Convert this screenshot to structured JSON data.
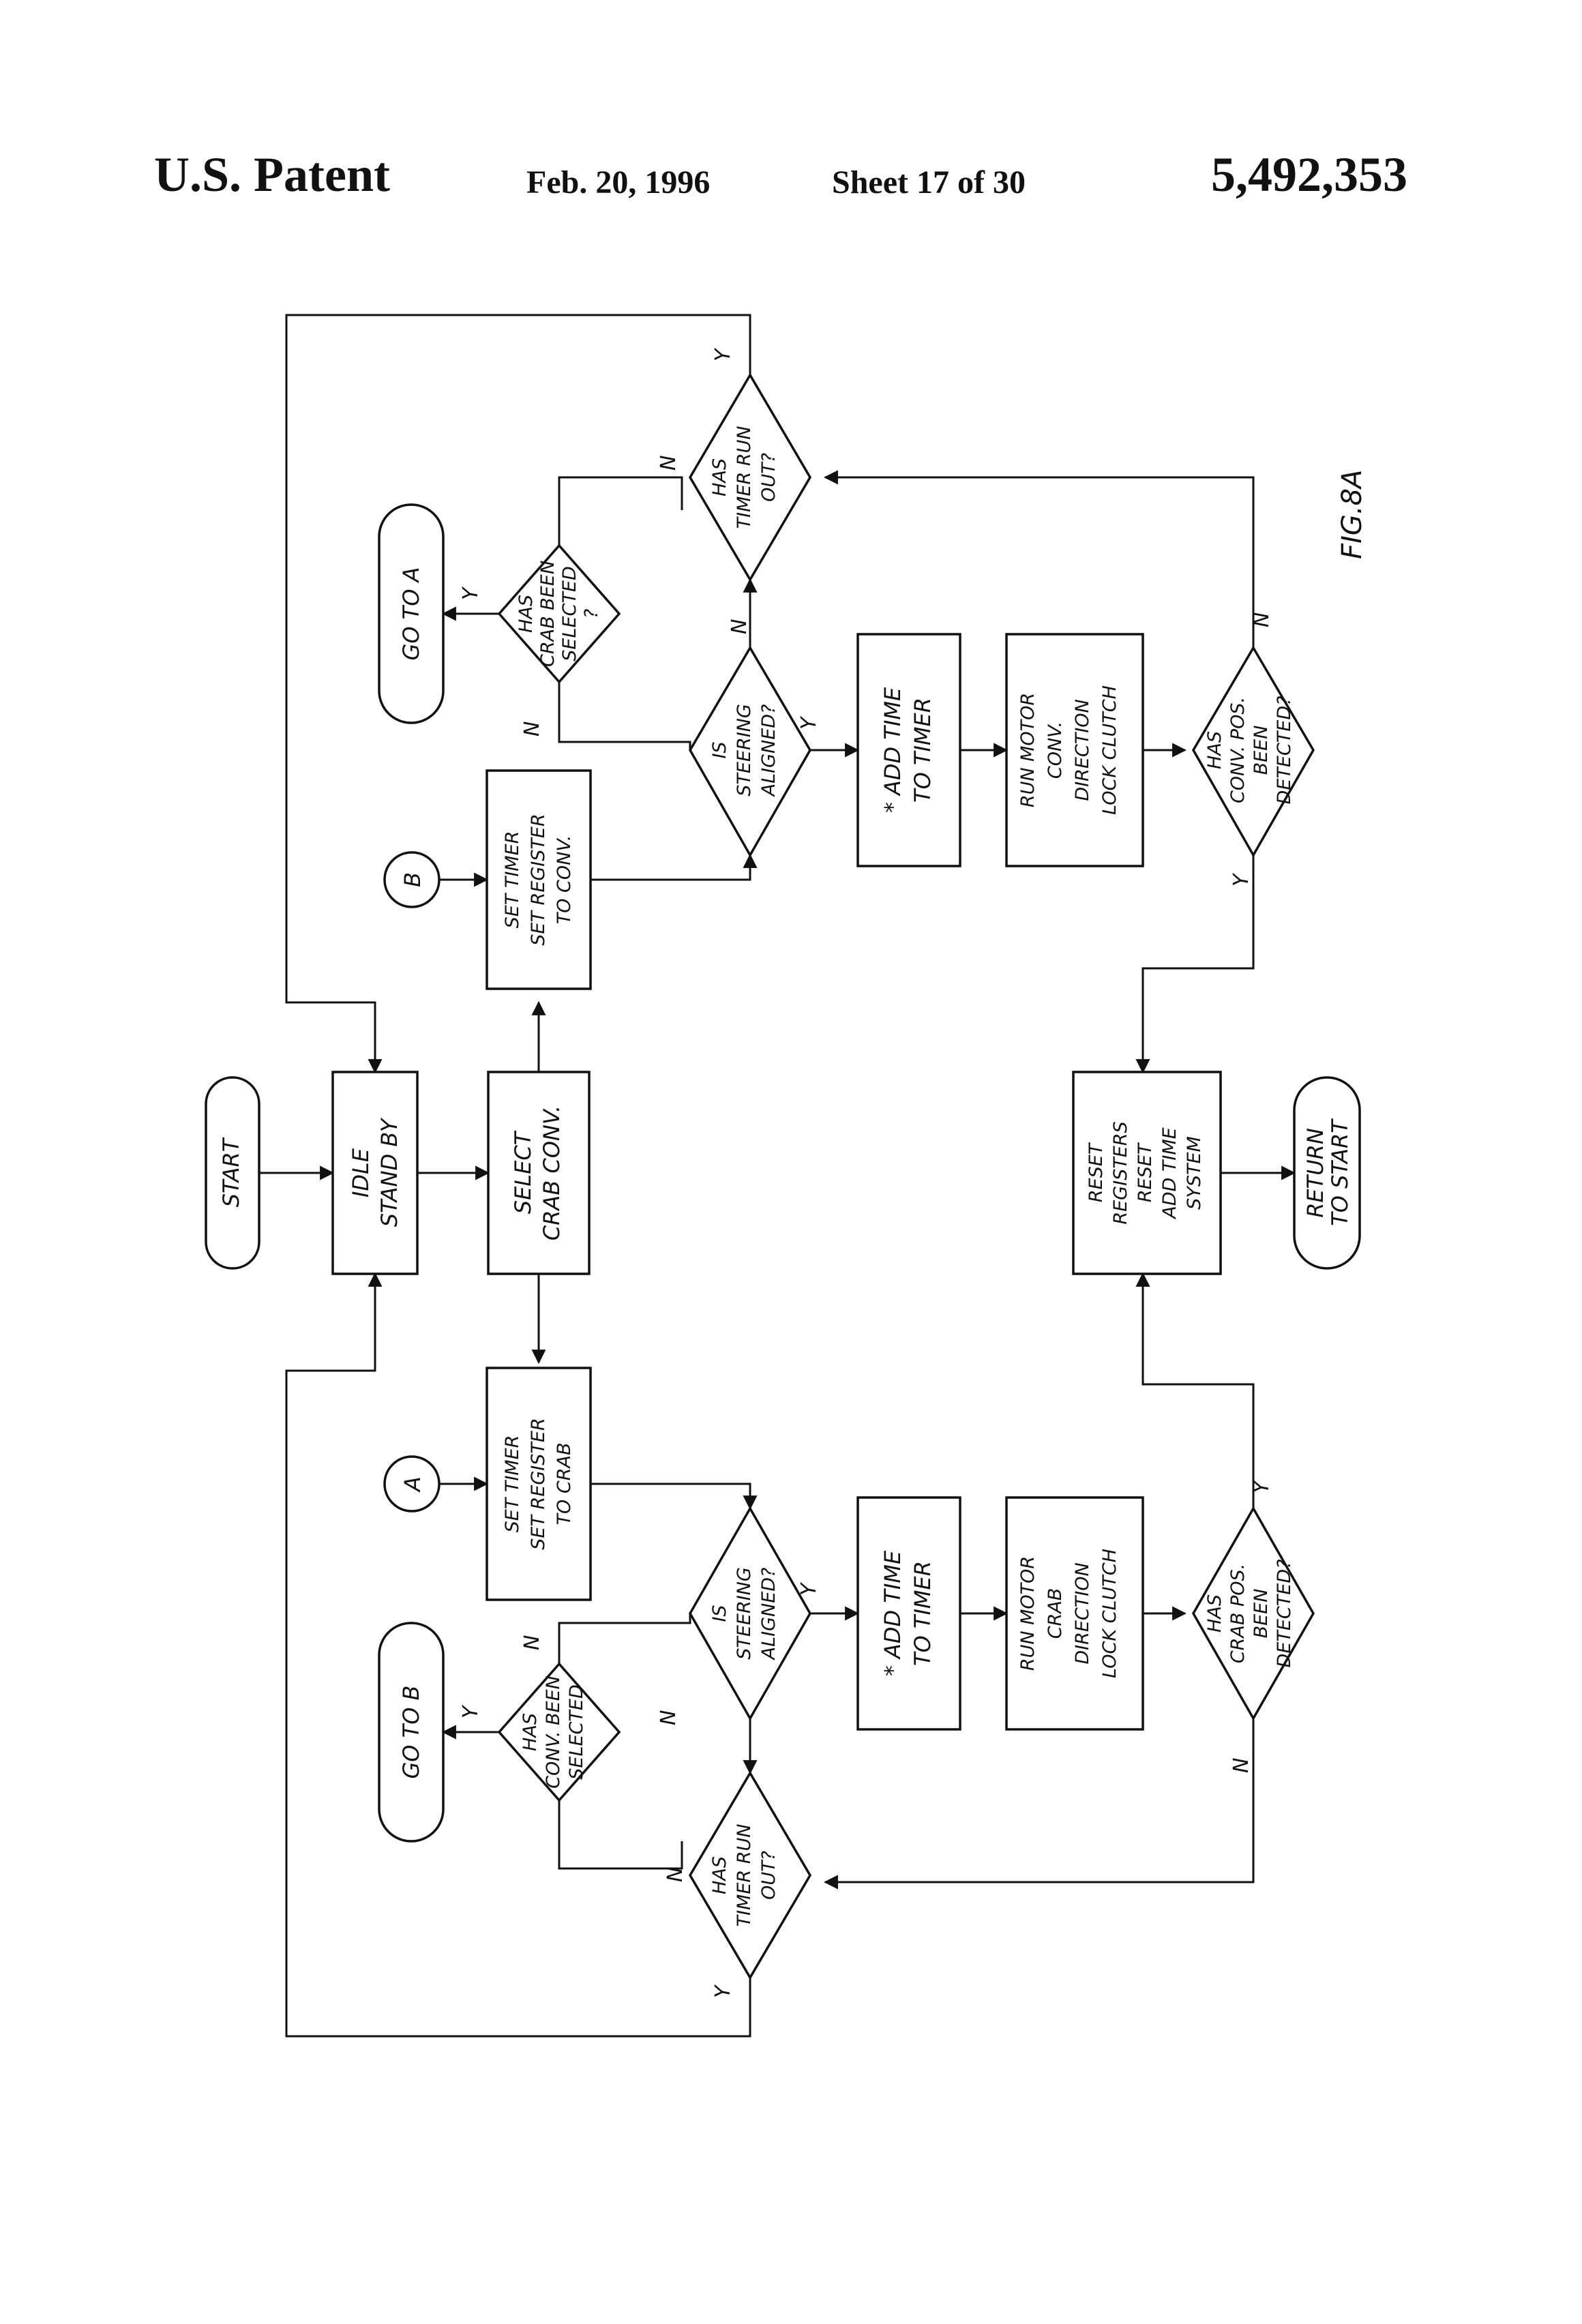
{
  "header": {
    "patent_label": "U.S. Patent",
    "date": "Feb. 20, 1996",
    "sheet": "Sheet 17 of 30",
    "patent_number": "5,492,353"
  },
  "figure_label": "FIG.8A",
  "flowchart": {
    "start": [
      "START"
    ],
    "idle": [
      "IDLE",
      "STAND BY"
    ],
    "select": [
      "SELECT",
      "CRAB CONV."
    ],
    "reset": [
      "RESET",
      "REGISTERS",
      "RESET",
      "ADD TIME",
      "SYSTEM"
    ],
    "return": [
      "RETURN",
      "TO START"
    ],
    "connector_b_top": "B",
    "connector_a_bottom": "A",
    "top_branch": {
      "set_timer": [
        "SET TIMER",
        "SET REGISTER",
        "TO CONV."
      ],
      "goto": [
        "GO TO A"
      ],
      "steering": [
        "IS",
        "STEERING",
        "ALIGNED?"
      ],
      "selected": [
        "HAS",
        "CRAB BEEN",
        "SELECTED",
        "?"
      ],
      "timer_run_out": [
        "HAS",
        "TIMER RUN",
        "OUT?"
      ],
      "add_time": [
        "* ADD TIME",
        "TO TIMER"
      ],
      "run_motor": [
        "RUN MOTOR",
        "CONV.",
        "DIRECTION",
        "LOCK CLUTCH"
      ],
      "pos_detected": [
        "HAS",
        "CONV. POS.",
        "BEEN",
        "DETECTED?"
      ]
    },
    "bottom_branch": {
      "set_timer": [
        "SET TIMER",
        "SET REGISTER",
        "TO CRAB"
      ],
      "goto": [
        "GO TO B"
      ],
      "steering": [
        "IS",
        "STEERING",
        "ALIGNED?"
      ],
      "selected": [
        "HAS",
        "CONV. BEEN",
        "SELECTED"
      ],
      "timer_run_out": [
        "HAS",
        "TIMER RUN",
        "OUT?"
      ],
      "add_time": [
        "* ADD TIME",
        "TO TIMER"
      ],
      "run_motor": [
        "RUN MOTOR",
        "CRAB",
        "DIRECTION",
        "LOCK CLUTCH"
      ],
      "pos_detected": [
        "HAS",
        "CRAB POS.",
        "BEEN",
        "DETECTED?"
      ]
    },
    "yes_label": "Y",
    "no_label": "N"
  }
}
